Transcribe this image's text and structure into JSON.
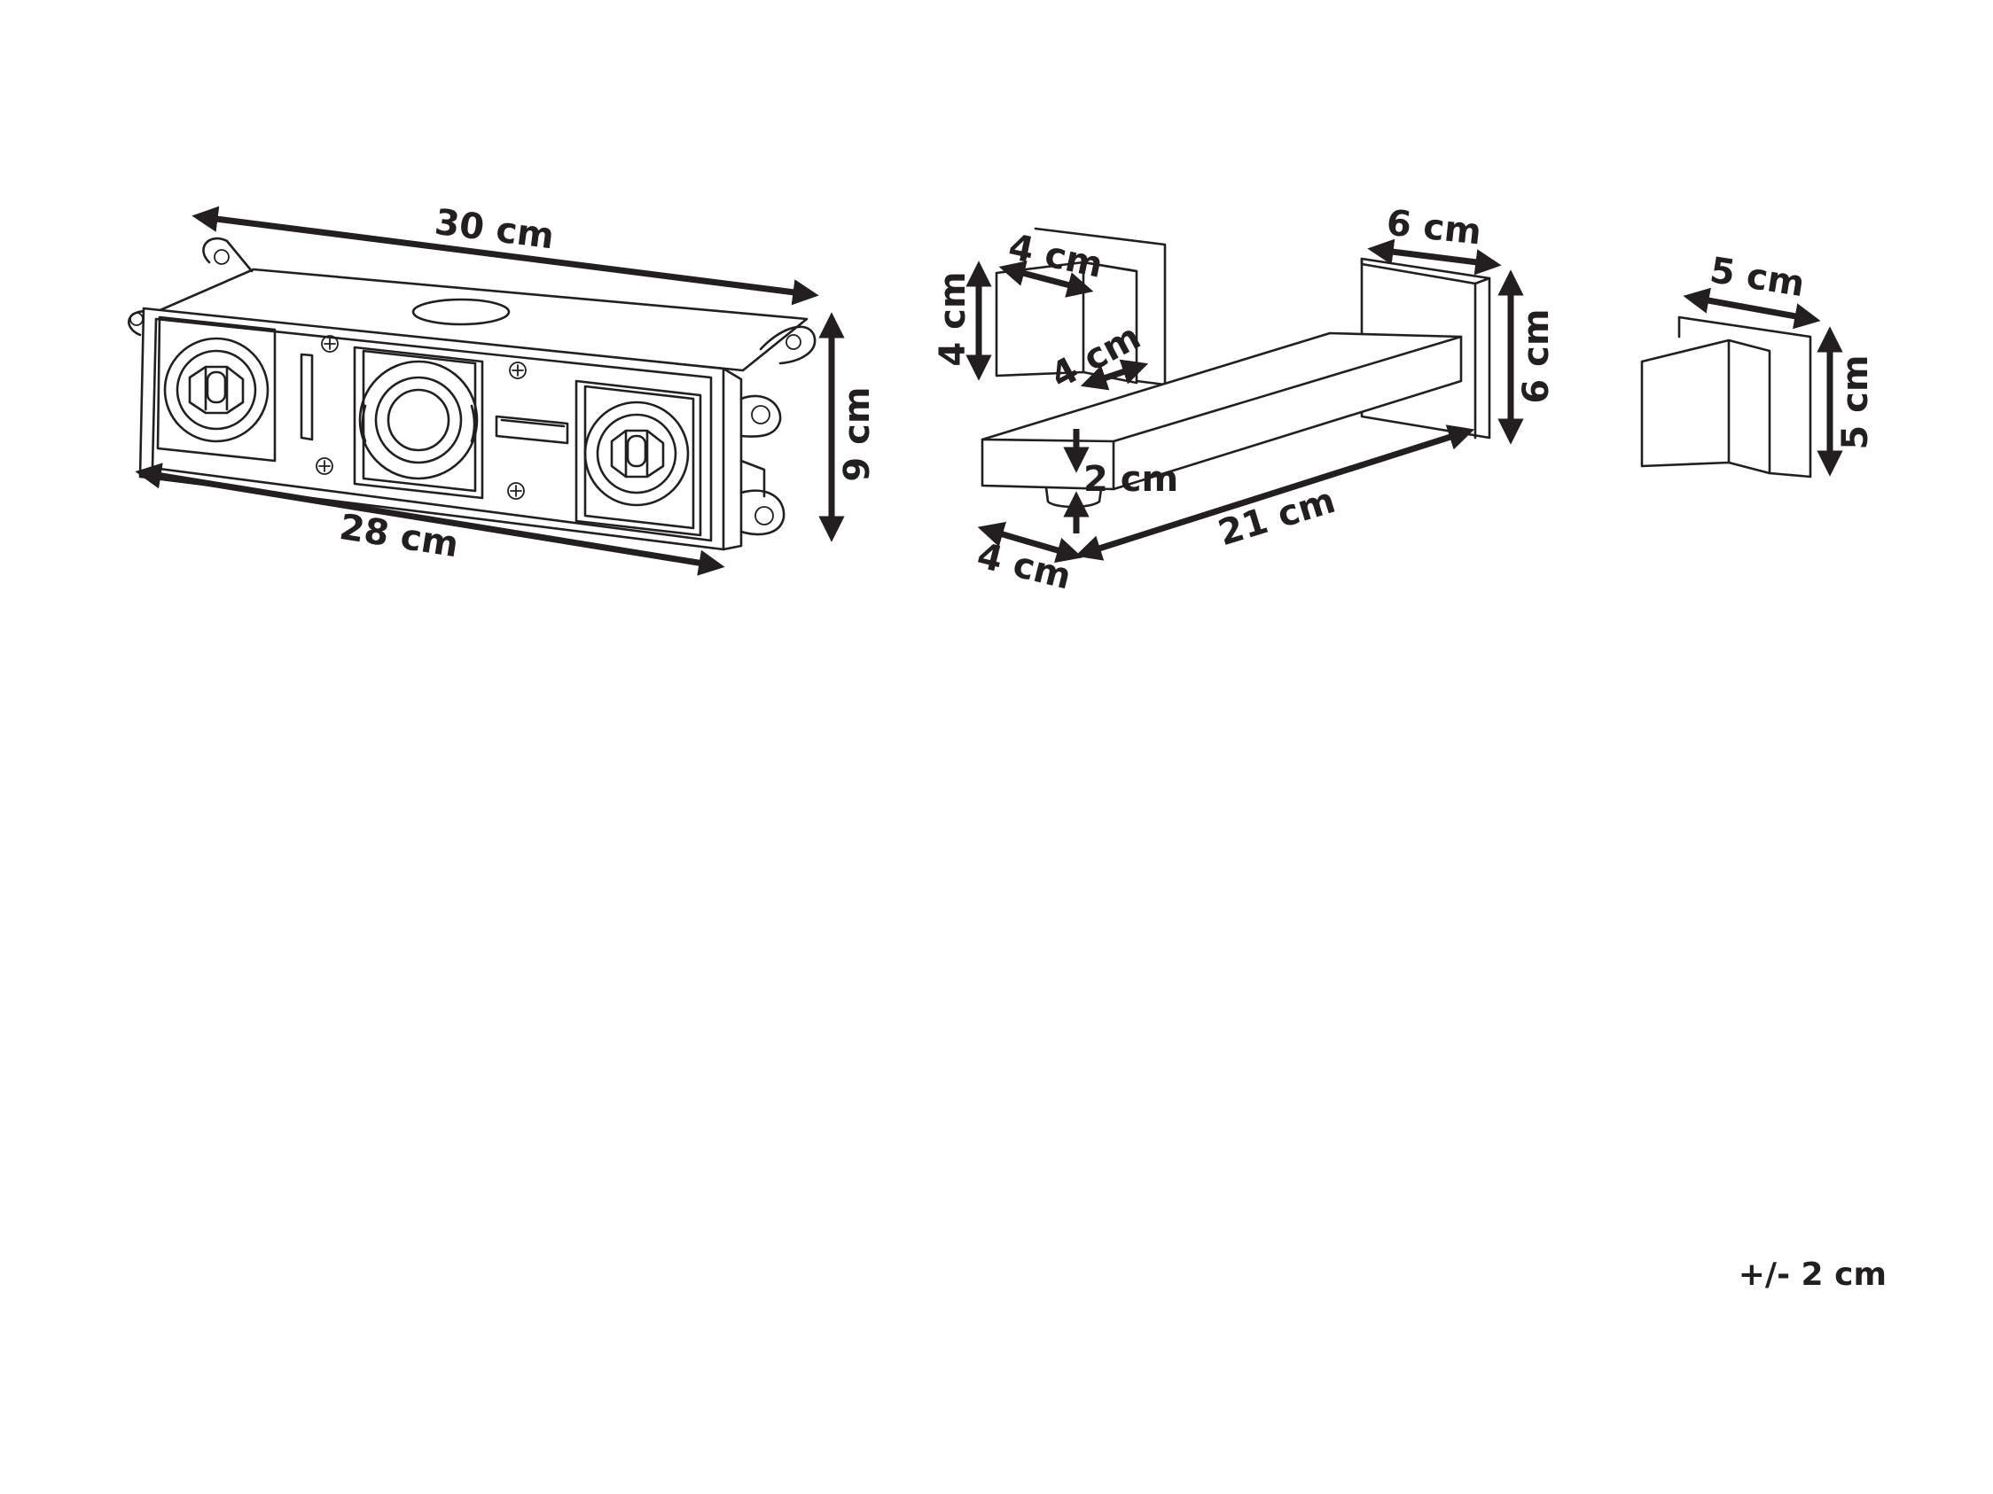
{
  "labels": {
    "valve_width_top": "30 cm",
    "valve_width_bottom": "28 cm",
    "valve_height": "9 cm",
    "spout_plate_height": "4 cm",
    "spout_plate_width": "4 cm",
    "spout_plate_depth": "4 cm",
    "spout_back_width": "6 cm",
    "spout_back_height": "6 cm",
    "spout_thickness": "2 cm",
    "spout_length": "21 cm",
    "spout_width": "4 cm",
    "handle_width": "5 cm",
    "handle_height": "5 cm"
  },
  "tolerance": "+/- 2 cm"
}
